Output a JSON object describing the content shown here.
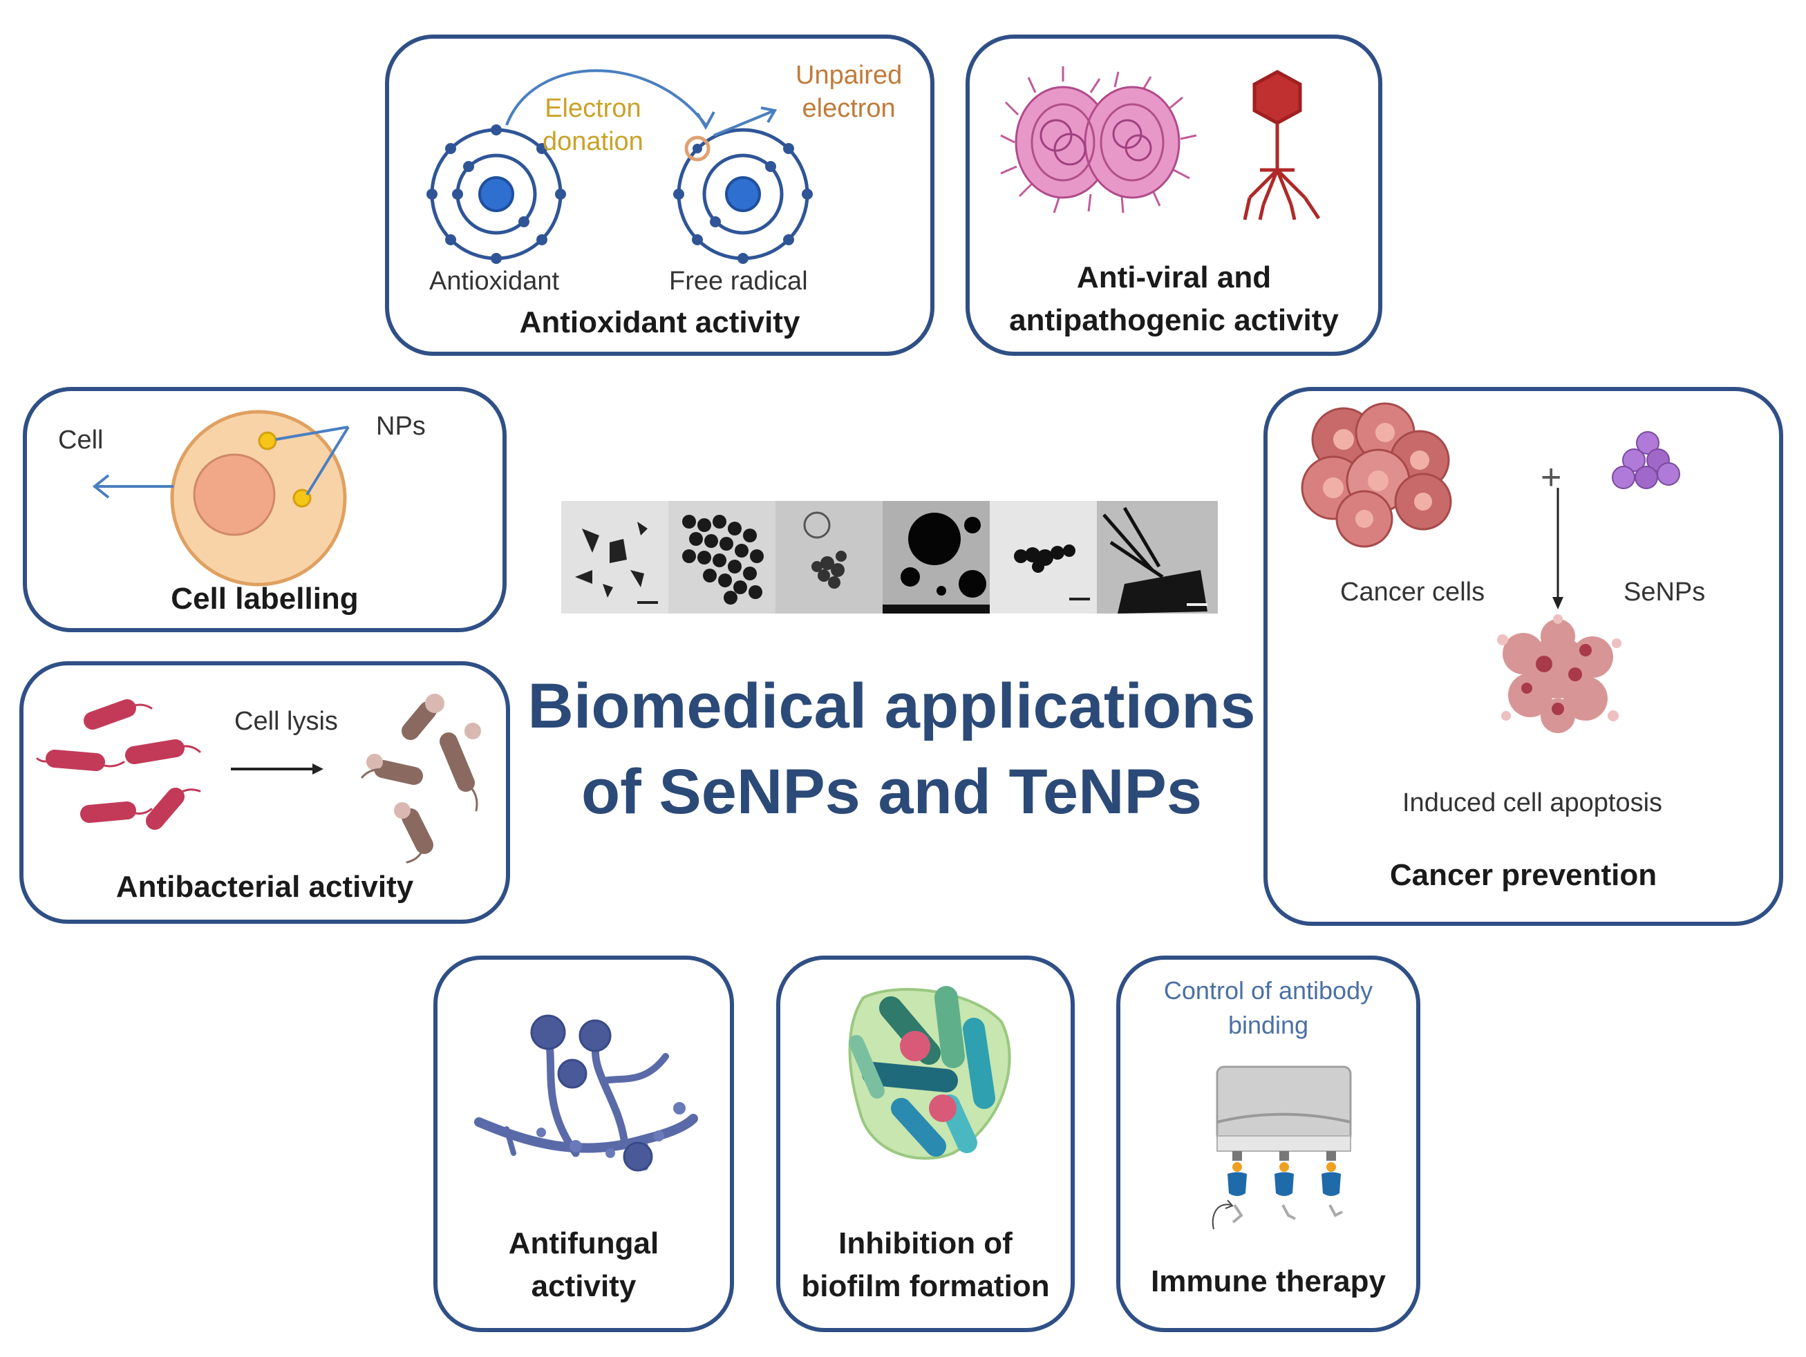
{
  "title": {
    "line1": "Biomedical applications",
    "line2": "of SeNPs and TeNPs"
  },
  "colors": {
    "border": "#2f4f86",
    "title": "#2b4a78",
    "electron_donation": "#c9a227",
    "unpaired_electron": "#c07a3a",
    "antibody_text": "#4a6fa5"
  },
  "antioxidant": {
    "title": "Antioxidant activity",
    "antioxidant_label": "Antioxidant",
    "free_radical_label": "Free radical",
    "electron_donation": [
      "Electron",
      "donation"
    ],
    "unpaired_electron": [
      "Unpaired",
      "electron"
    ]
  },
  "antiviral": {
    "title_line1": "Anti-viral and",
    "title_line2": "antipathogenic activity"
  },
  "cell_labelling": {
    "title": "Cell labelling",
    "cell_label": "Cell",
    "nps_label": "NPs"
  },
  "antibacterial": {
    "title": "Antibacterial activity",
    "cell_lysis": "Cell lysis"
  },
  "cancer": {
    "title": "Cancer prevention",
    "cancer_cells": "Cancer cells",
    "senps": "SeNPs",
    "plus": "+",
    "apoptosis": "Induced cell apoptosis"
  },
  "antifungal": {
    "title_line1": "Antifungal",
    "title_line2": "activity"
  },
  "biofilm": {
    "title_line1": "Inhibition of",
    "title_line2": "biofilm formation"
  },
  "immune": {
    "title": "Immune therapy",
    "note_line1": "Control of antibody",
    "note_line2": "binding"
  }
}
